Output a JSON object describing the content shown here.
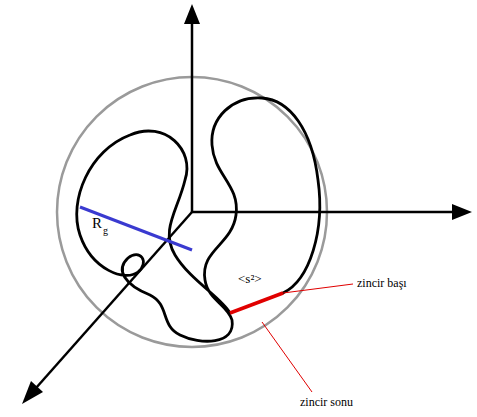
{
  "diagram": {
    "labels": [
      "R",
      "g",
      "<s²>",
      "zincir başı",
      "zincir sonu"
    ]
  }
}
